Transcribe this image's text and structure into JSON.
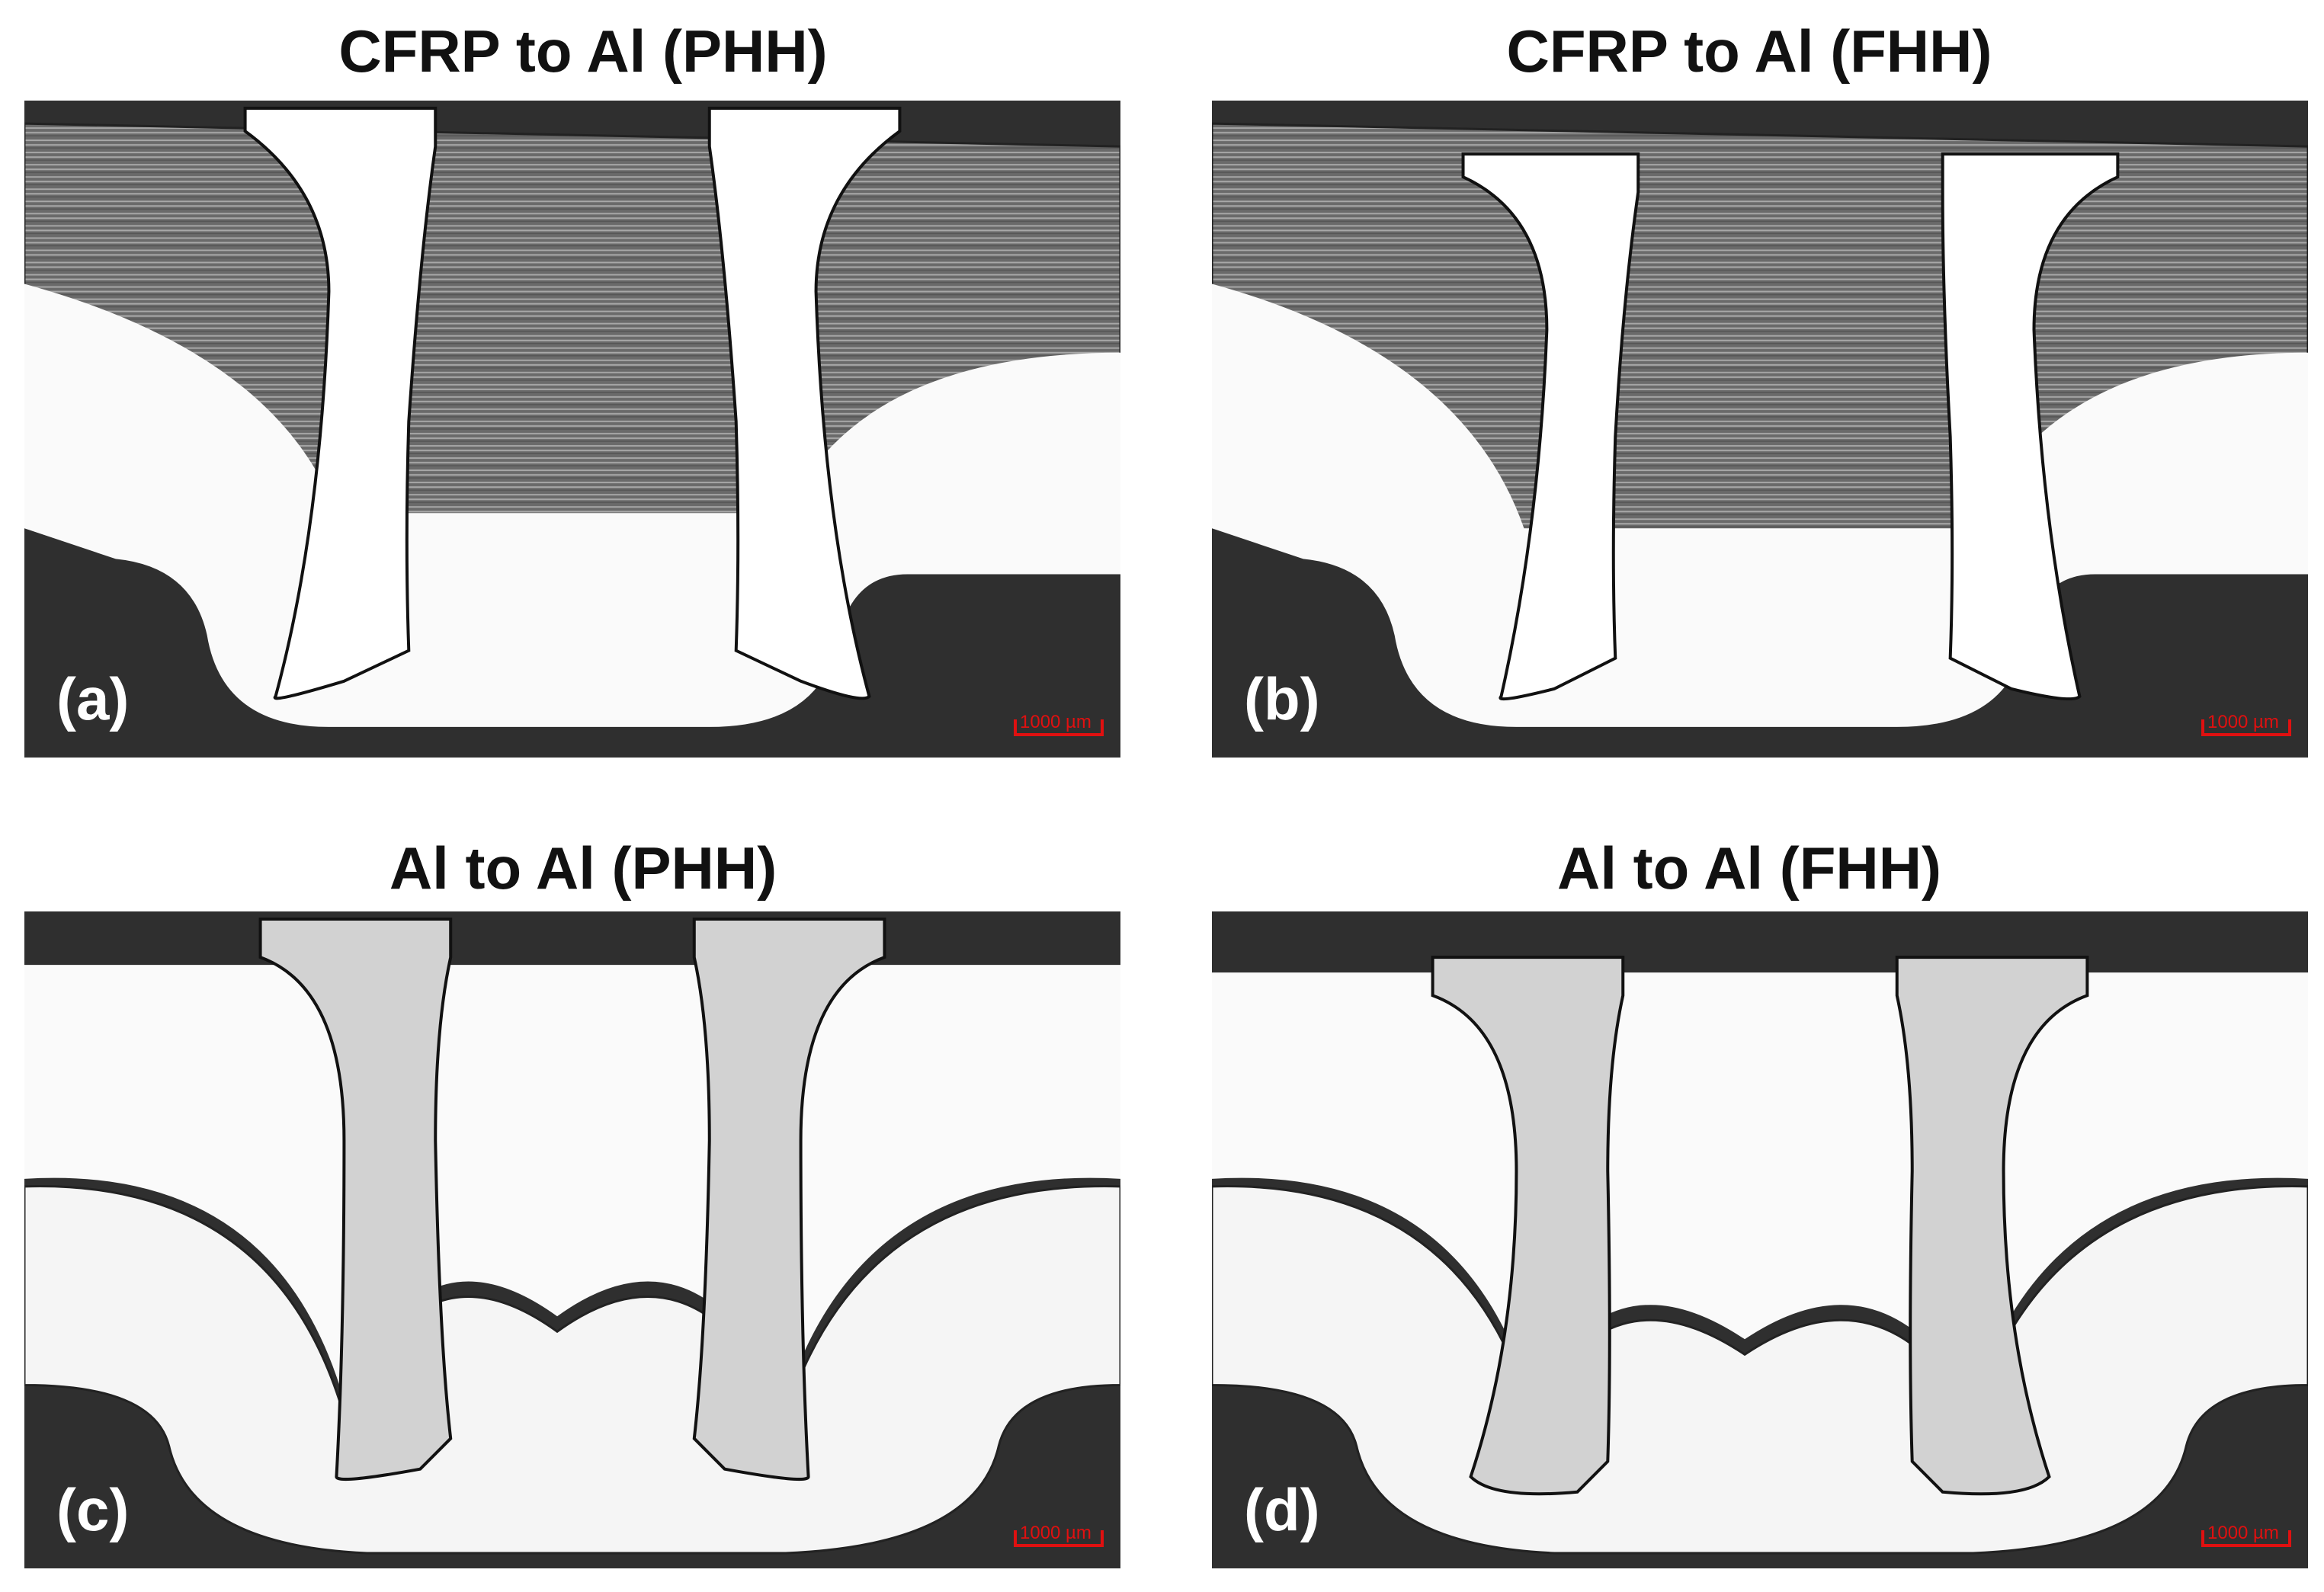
{
  "panels": [
    {
      "title": "CFRP to Al (PHH)",
      "label": "(a)",
      "scale": "1000 µm",
      "top_sheet": "cfrp"
    },
    {
      "title": "CFRP to Al (FHH)",
      "label": "(b)",
      "scale": "1000 µm",
      "top_sheet": "cfrp"
    },
    {
      "title": "Al to Al (PHH)",
      "label": "(c)",
      "scale": "1000 µm",
      "top_sheet": "al"
    },
    {
      "title": "Al to Al (FHH)",
      "label": "(d)",
      "scale": "1000 µm",
      "top_sheet": "al"
    }
  ],
  "colors": {
    "resin_background": "#2f2f2f",
    "cfrp_fiber": "#8a8a8a",
    "aluminium_sheet": "#fafafa",
    "rivet": "#ffffff",
    "rivet_al_joint": "#d2d2d2",
    "scale_bar": "#e01010"
  }
}
